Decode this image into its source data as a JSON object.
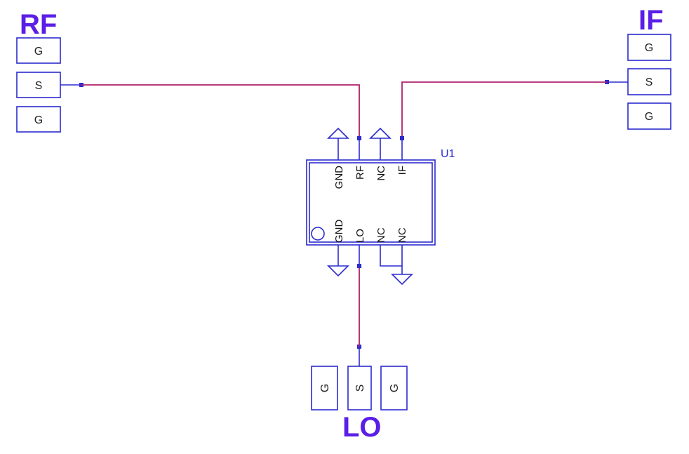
{
  "ports": {
    "rf": {
      "title": "RF",
      "pads": [
        "G",
        "S",
        "G"
      ]
    },
    "if": {
      "title": "IF",
      "pads": [
        "G",
        "S",
        "G"
      ]
    },
    "lo": {
      "title": "LO",
      "pads": [
        "G",
        "S",
        "G"
      ]
    }
  },
  "component": {
    "ref": "U1",
    "top_pins": [
      "GND",
      "RF",
      "NC",
      "IF"
    ],
    "bottom_pins": [
      "GND",
      "LO",
      "NC",
      "NC"
    ]
  },
  "colors": {
    "body": "#2b2bcf",
    "wire": "#b0206e",
    "title": "#5a1ee6"
  }
}
